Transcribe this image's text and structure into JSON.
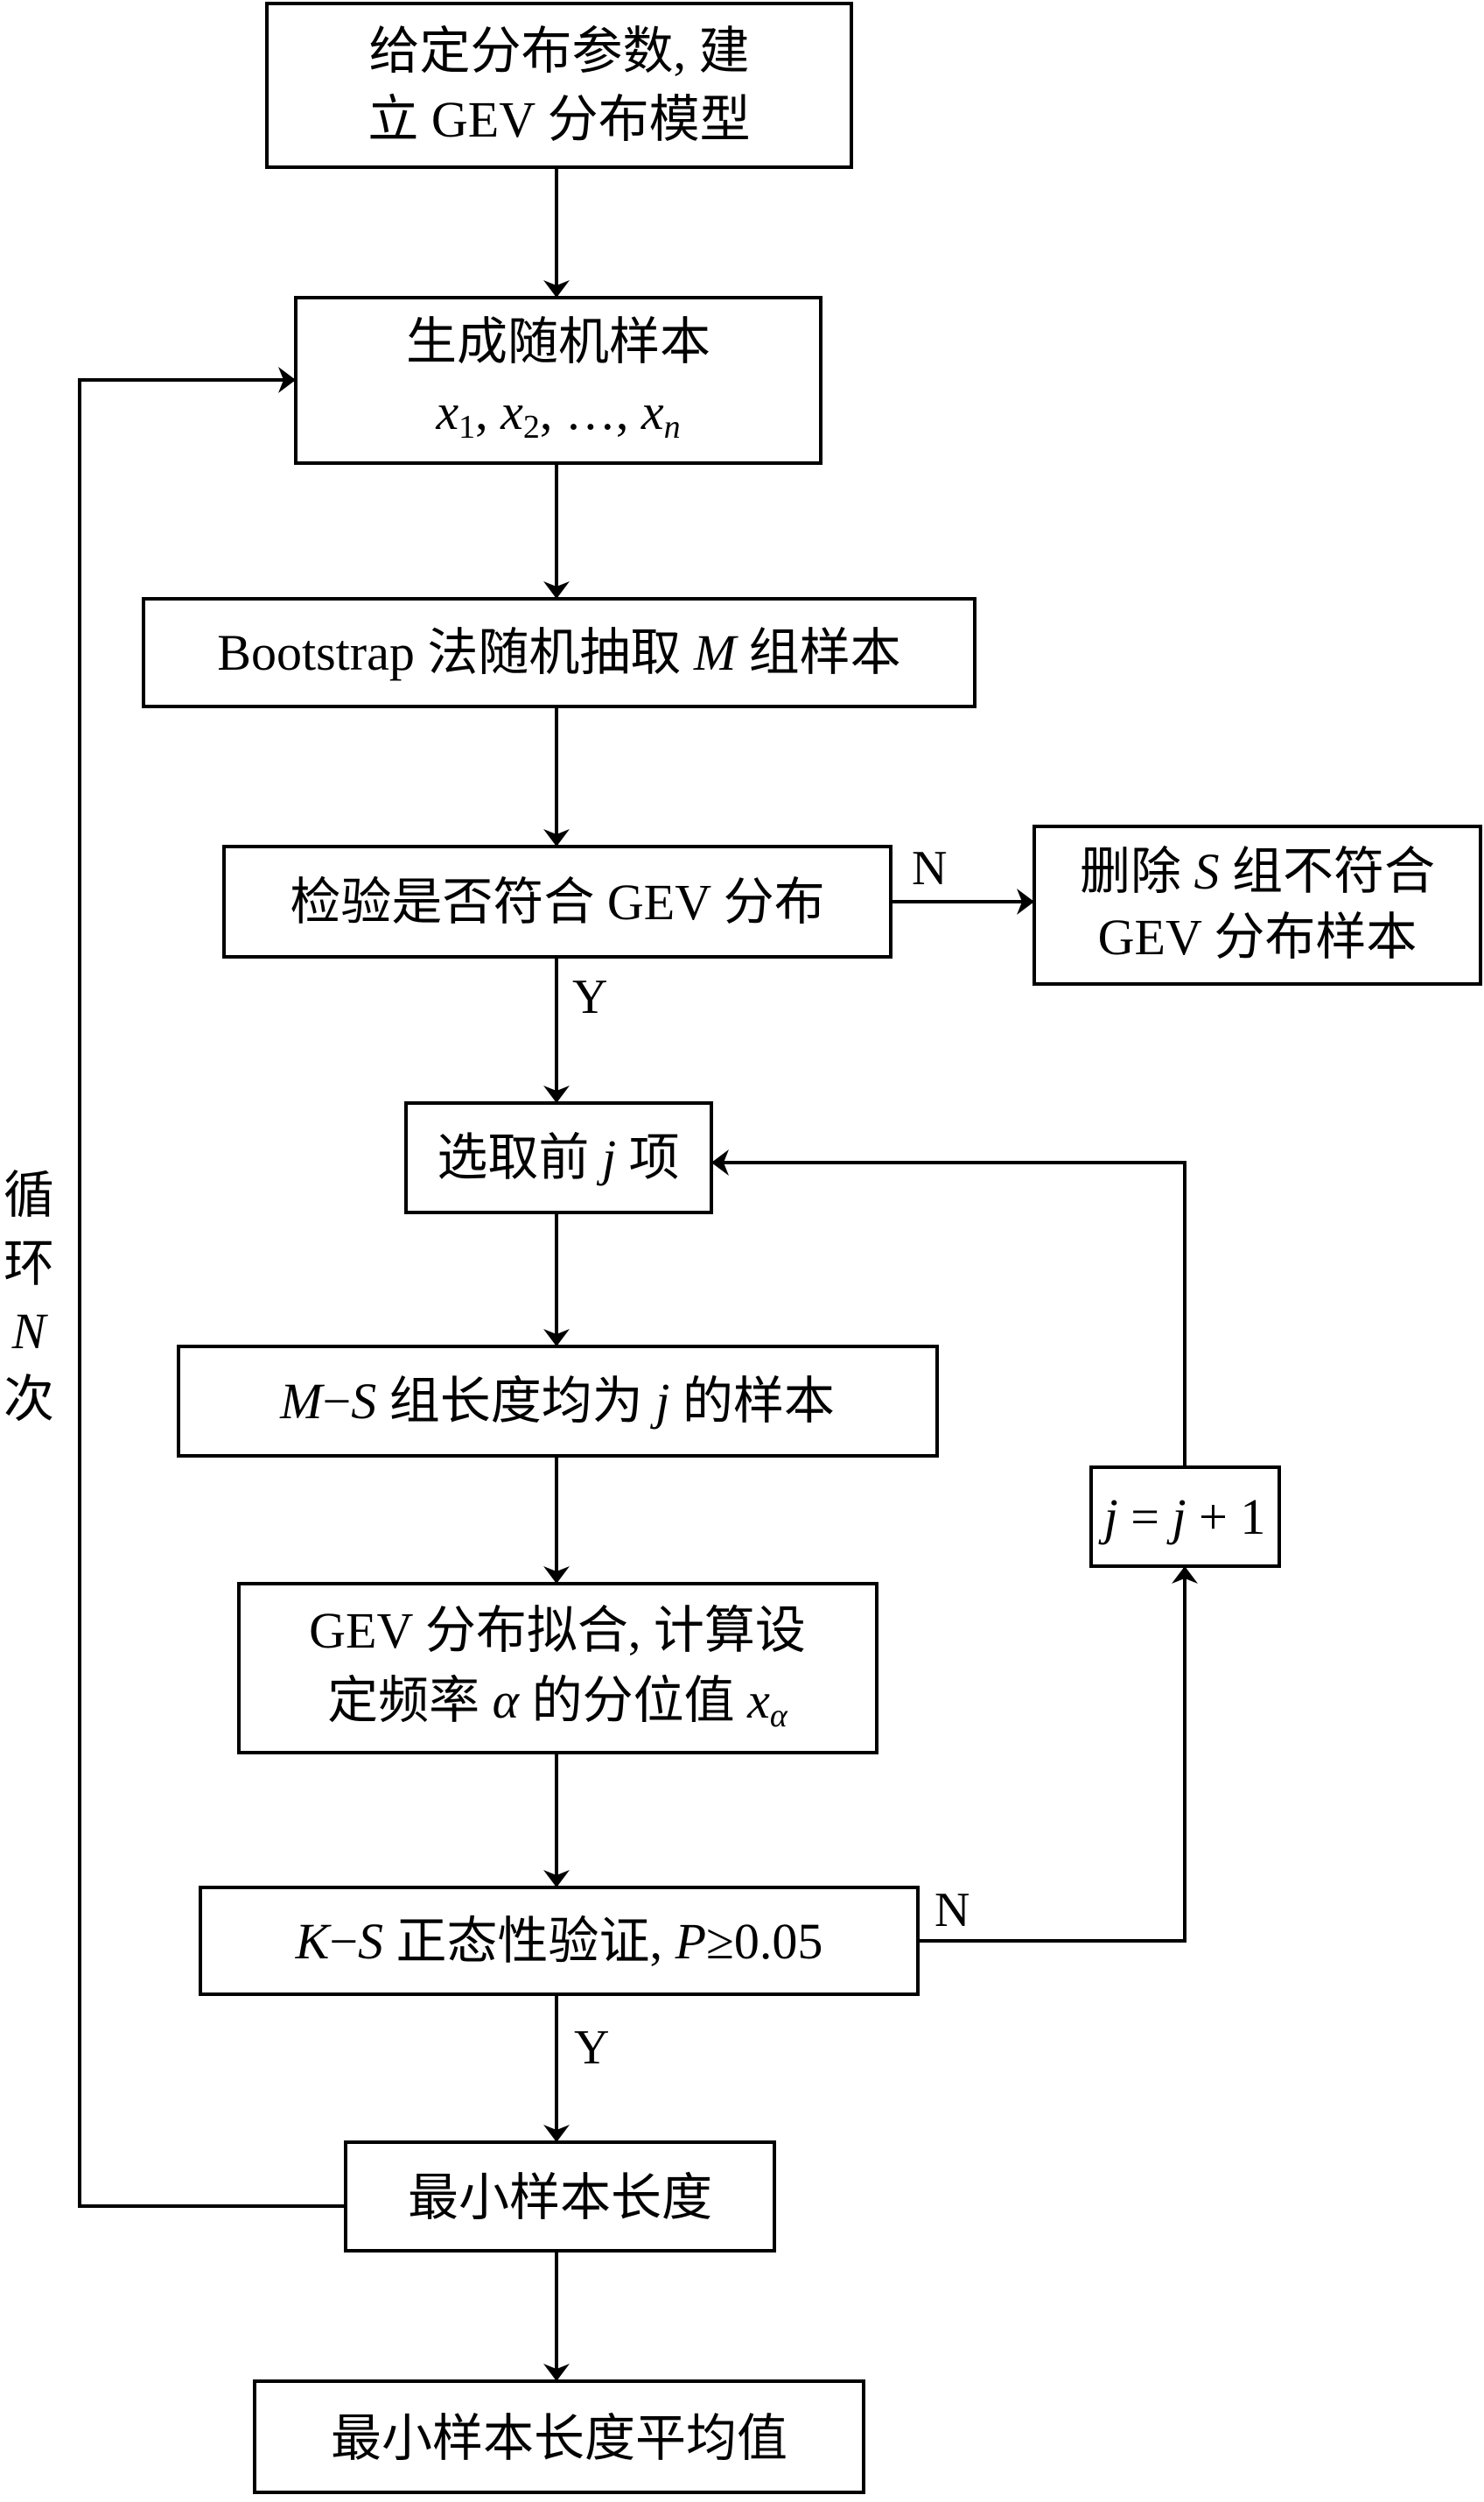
{
  "diagram": {
    "type": "flowchart",
    "nodes": {
      "n1": {
        "line1": "给定分布参数, 建",
        "line2": "立 GEV 分布模型"
      },
      "n2": {
        "line1": "生成随机样本",
        "x": "x",
        "s1": "1",
        "s2": "2",
        "sep": ", ",
        "dots": "…",
        "sn": "n"
      },
      "n3": {
        "pre": "Bootstrap 法随机抽取 ",
        "var": "M",
        "post": " 组样本"
      },
      "n4": {
        "text": "检验是否符合 GEV 分布"
      },
      "n4r": {
        "pre1": "删除 ",
        "var": "S",
        "post1": " 组不符合",
        "line2": "GEV 分布样本"
      },
      "n5": {
        "pre": "选取前 ",
        "var": "j",
        "post": " 项"
      },
      "n6": {
        "v1": "M",
        "dash": "−",
        "v2": "S",
        "mid": " 组长度均为 ",
        "v3": "j",
        "post": " 的样本"
      },
      "n7": {
        "line1": "GEV 分布拟合, 计算设",
        "pre2": "定频率 ",
        "alpha": "α",
        "mid2": " 的分位值 ",
        "x": "x",
        "sub": "α"
      },
      "n8": {
        "v1": "K",
        "dash": "−",
        "v2": "S",
        "mid": " 正态性验证, ",
        "v3": "P",
        "post": "≥0.05"
      },
      "n9": {
        "text": "最小样本长度"
      },
      "n10": {
        "text": "最小样本长度平均值"
      },
      "inc": {
        "v1": "j",
        "eq": " = ",
        "v2": "j",
        "post": " + 1"
      }
    },
    "edge_labels": {
      "n4_no": "N",
      "n4_yes": "Y",
      "n8_no": "N",
      "n8_yes": "Y"
    },
    "loop_label": {
      "c1": "循",
      "c2": "环",
      "var": "N",
      "c3": "次"
    }
  }
}
